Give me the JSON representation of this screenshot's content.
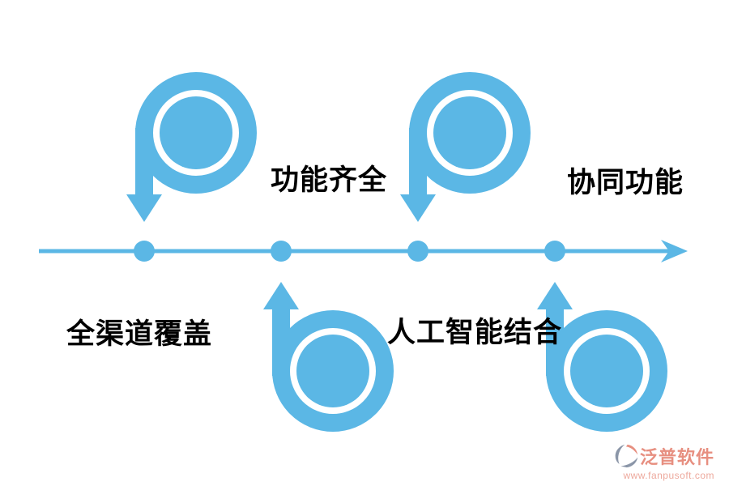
{
  "colors": {
    "accent": "#5BB7E5",
    "text": "#000000",
    "watermark_text": "#E78F80",
    "watermark_url": "#EDA89C",
    "watermark_gray": "#8B96A8",
    "background": "#FFFFFF"
  },
  "diagram": {
    "type": "horizontal-timeline",
    "direction": "left-to-right",
    "milestones": [
      {
        "label": "全渠道覆盖",
        "arrow": "spiral-arrow-down",
        "arrow_side": "above",
        "label_side": "below"
      },
      {
        "label": "功能齐全",
        "arrow": "spiral-arrow-up",
        "arrow_side": "below",
        "label_side": "above"
      },
      {
        "label": "人工智能结合",
        "arrow": "spiral-arrow-down",
        "arrow_side": "above",
        "label_side": "below"
      },
      {
        "label": "协同功能",
        "arrow": "spiral-arrow-up",
        "arrow_side": "below",
        "label_side": "above"
      }
    ]
  },
  "watermark": {
    "logo_icon": "fanpu-pinwheel-logo",
    "name": "泛普软件",
    "url": "www.fanpusoft.com"
  }
}
